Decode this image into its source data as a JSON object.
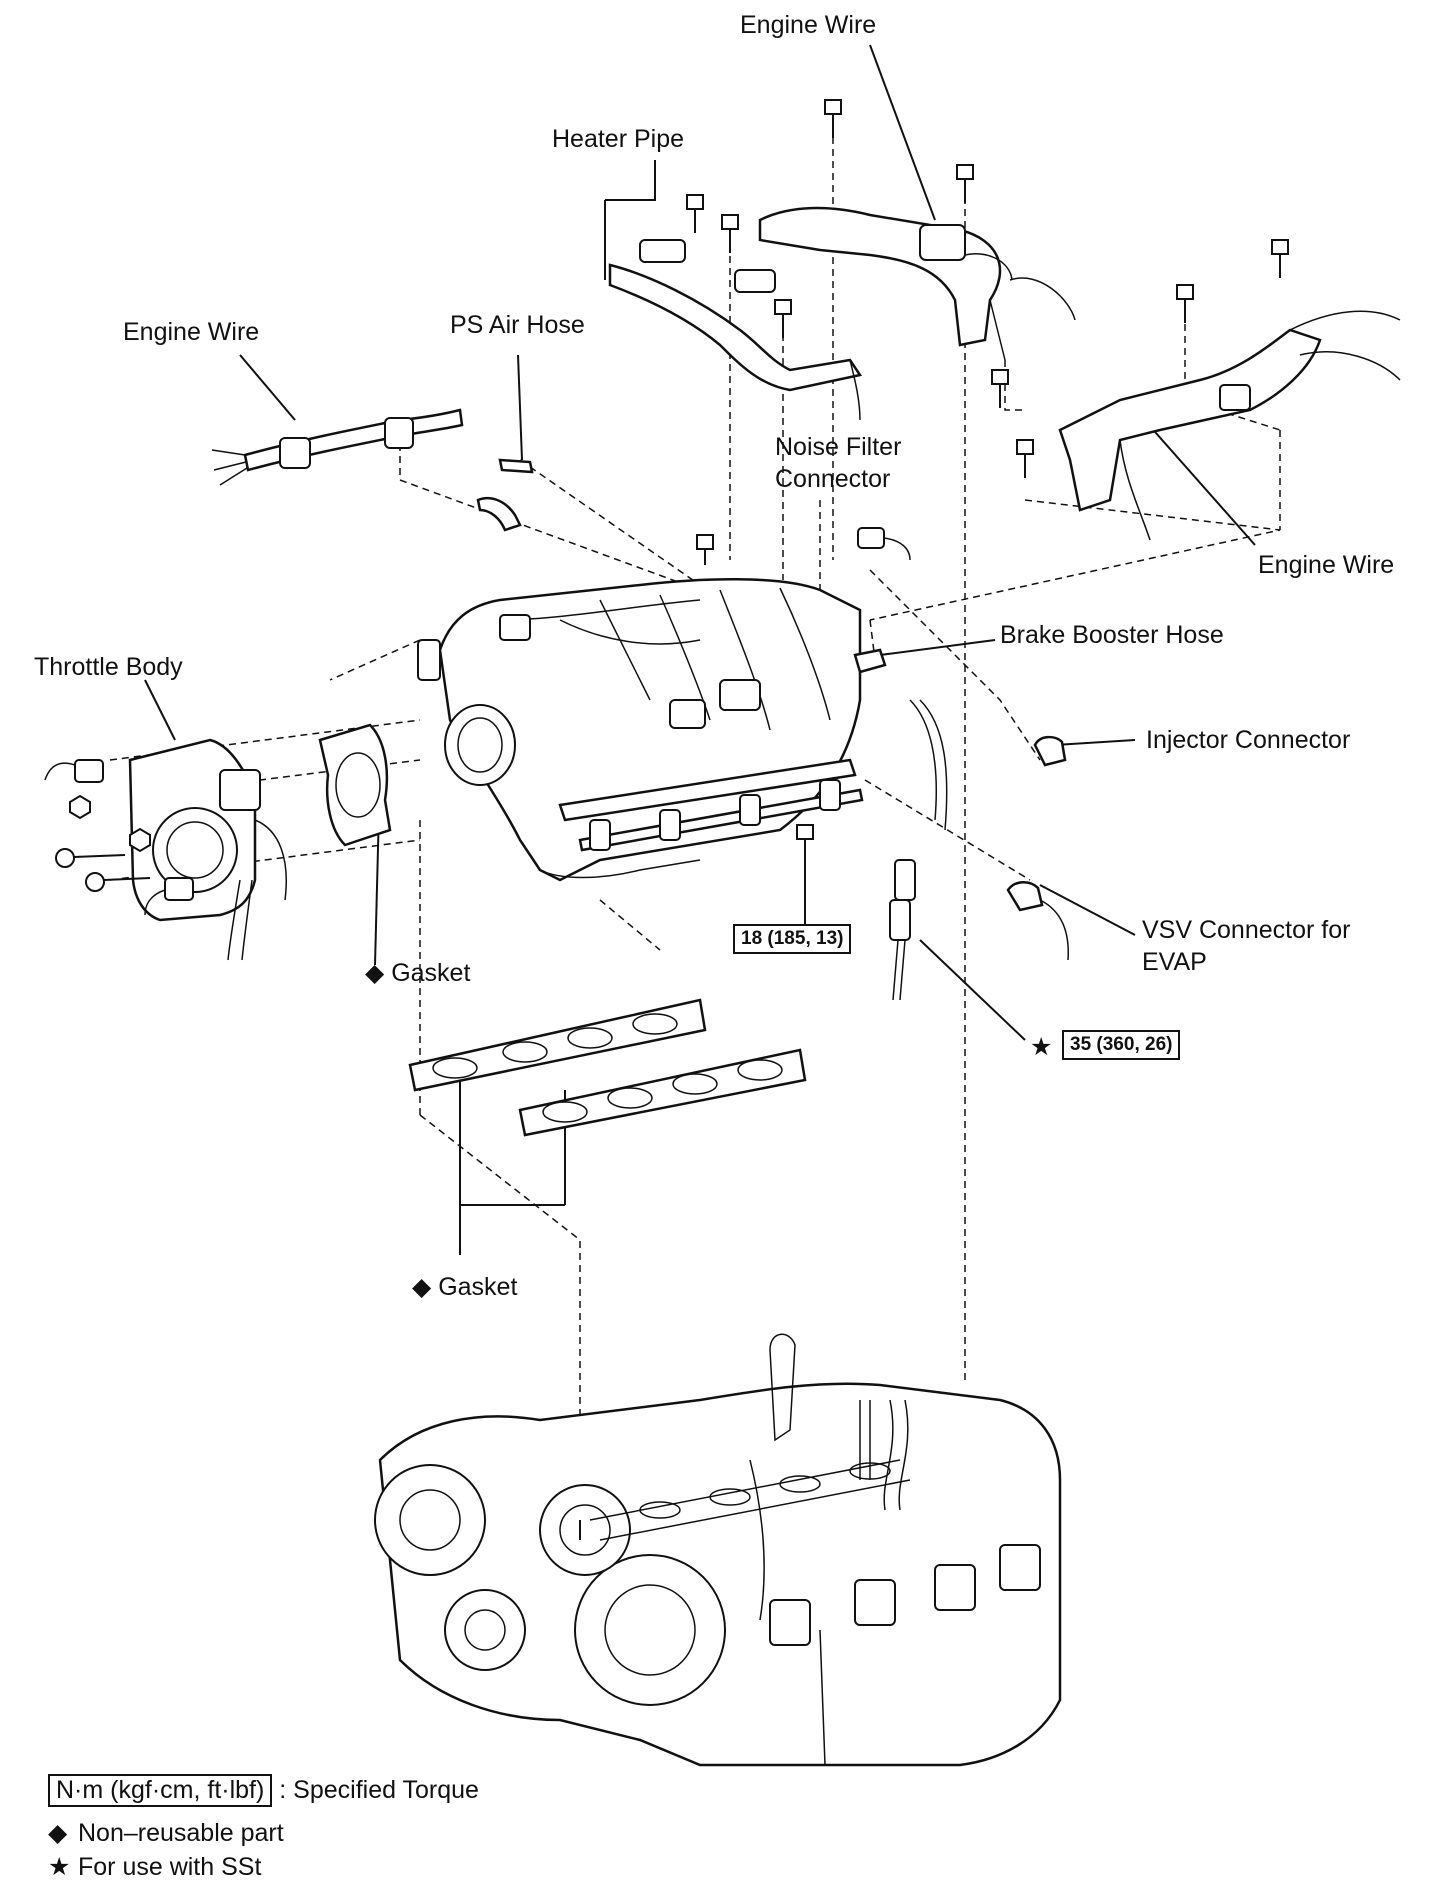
{
  "labels": {
    "engine_wire_top": "Engine Wire",
    "heater_pipe": "Heater Pipe",
    "engine_wire_left": "Engine Wire",
    "ps_air_hose": "PS Air Hose",
    "noise_filter_connector_line1": "Noise Filter",
    "noise_filter_connector_line2": "Connector",
    "engine_wire_right": "Engine Wire",
    "brake_booster_hose": "Brake Booster Hose",
    "throttle_body": "Throttle Body",
    "injector_connector": "Injector Connector",
    "vsv_connector_line1": "VSV Connector for",
    "vsv_connector_line2": "EVAP",
    "gasket_upper": "Gasket",
    "gasket_lower": "Gasket"
  },
  "torques": {
    "t1": "18 (185, 13)",
    "t2": "35 (360, 26)"
  },
  "symbols": {
    "diamond": "◆",
    "star": "★"
  },
  "legend": {
    "torque_box": "N·m (kgf·cm, ft·lbf)",
    "torque_desc": ": Specified Torque",
    "nonreusable": "Non–reusable part",
    "sst": "For use with SSt"
  }
}
